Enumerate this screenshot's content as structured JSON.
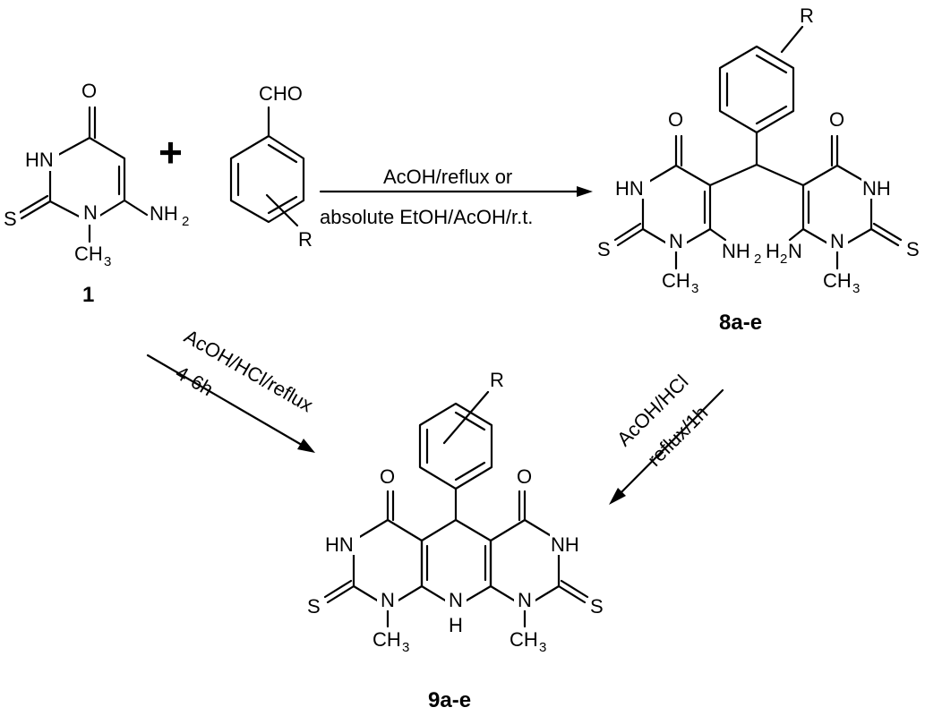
{
  "compounds": {
    "c1": {
      "label": "1"
    },
    "c8": {
      "label": "8a-e"
    },
    "c9": {
      "label": "9a-e"
    }
  },
  "atoms": {
    "O": "O",
    "S": "S",
    "HN": "HN",
    "NH": "NH",
    "N": "N",
    "H": "H",
    "NH2": "NH",
    "H2N": "H",
    "CH3": "CH",
    "CHO": "CHO",
    "R": "R",
    "sub2": "2",
    "sub3": "3"
  },
  "operator": {
    "plus": "+"
  },
  "conditions": {
    "top_line1": "AcOH/reflux or",
    "top_line2": "absolute EtOH/AcOH/r.t.",
    "left_line1": "AcOH/HCl/reflux",
    "left_line2": "4-6h",
    "right_line1": "AcOH/HCl",
    "right_line2": "reflux/1h"
  }
}
